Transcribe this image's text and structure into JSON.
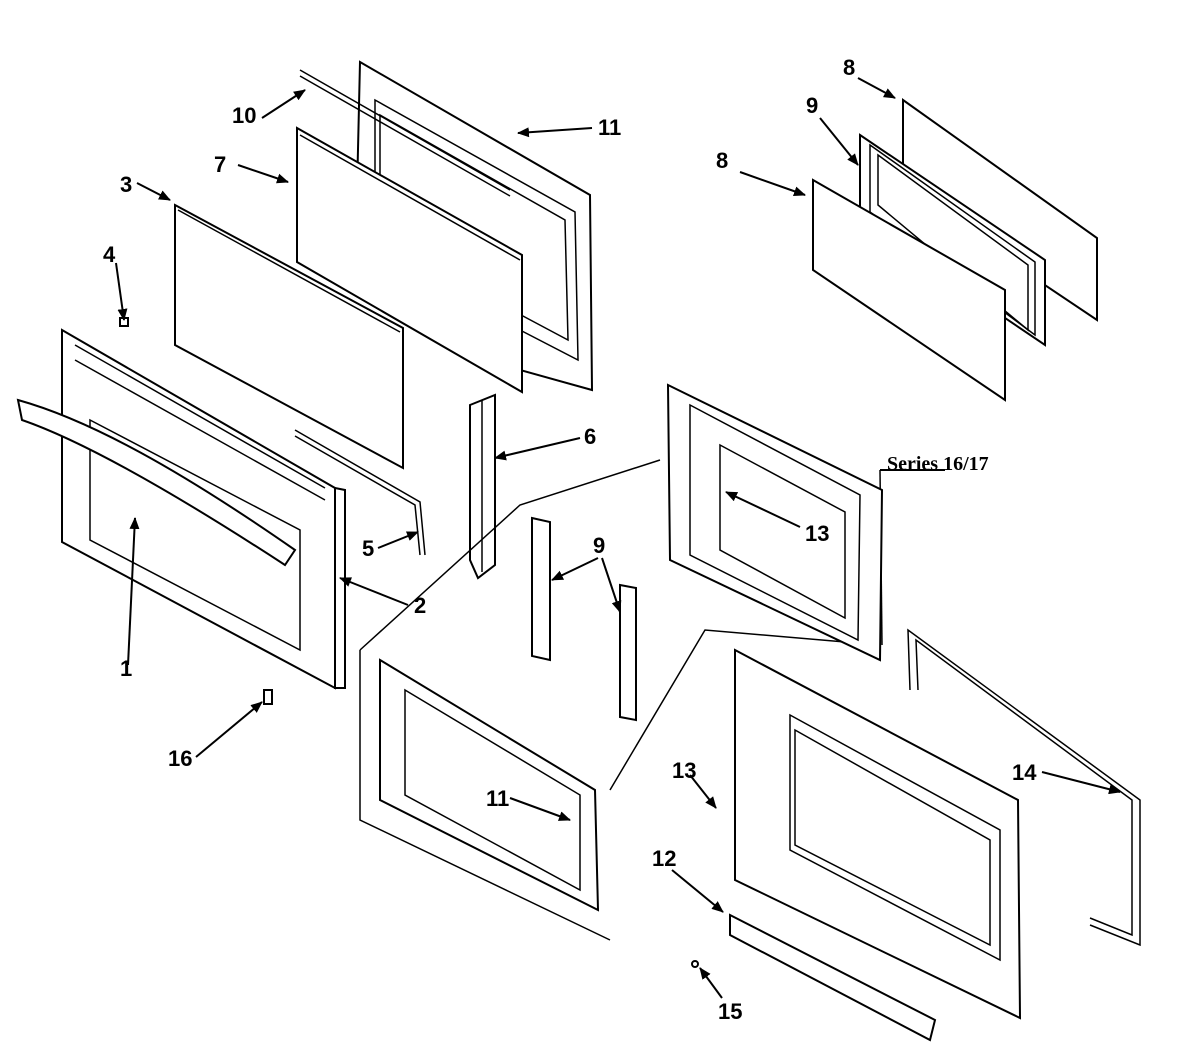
{
  "series_label": "Series 16/17",
  "callouts": [
    {
      "id": "c1",
      "text": "1"
    },
    {
      "id": "c2",
      "text": "2"
    },
    {
      "id": "c3",
      "text": "3"
    },
    {
      "id": "c4",
      "text": "4"
    },
    {
      "id": "c5",
      "text": "5"
    },
    {
      "id": "c6",
      "text": "6"
    },
    {
      "id": "c7",
      "text": "7"
    },
    {
      "id": "c8a",
      "text": "8"
    },
    {
      "id": "c8b",
      "text": "8"
    },
    {
      "id": "c9a",
      "text": "9"
    },
    {
      "id": "c9b",
      "text": "9"
    },
    {
      "id": "c10",
      "text": "10"
    },
    {
      "id": "c11a",
      "text": "11"
    },
    {
      "id": "c11b",
      "text": "11"
    },
    {
      "id": "c12",
      "text": "12"
    },
    {
      "id": "c13a",
      "text": "13"
    },
    {
      "id": "c13b",
      "text": "13"
    },
    {
      "id": "c14",
      "text": "14"
    },
    {
      "id": "c15",
      "text": "15"
    },
    {
      "id": "c16",
      "text": "16"
    }
  ],
  "colors": {
    "ink": "#000000",
    "paper": "#ffffff"
  }
}
